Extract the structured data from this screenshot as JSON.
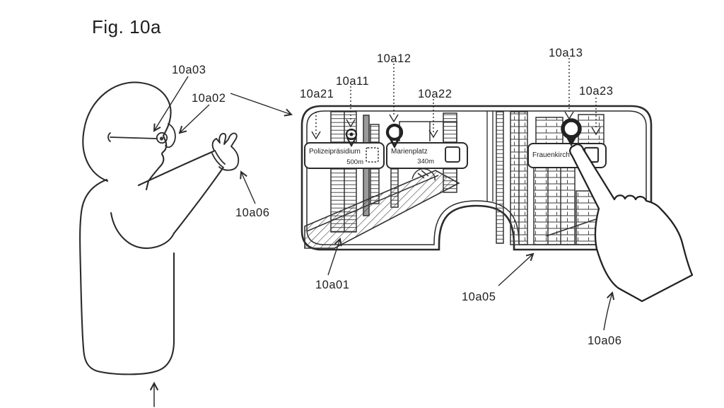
{
  "figure_title": "Fig. 10a",
  "refs": {
    "a01": "10a01",
    "a02": "10a02",
    "a03": "10a03",
    "a05": "10a05",
    "a06_gesture_hand": "10a06",
    "a06_touch_hand": "10a06",
    "a11": "10a11",
    "a12": "10a12",
    "a13": "10a13",
    "a21": "10a21",
    "a22": "10a22",
    "a23": "10a23"
  },
  "hud": {
    "poi1": {
      "name": "Polizeipräsidium",
      "distance": "500m"
    },
    "poi2": {
      "name": "Marienplatz",
      "distance": "340m"
    },
    "poi3": {
      "name": "Frauenkirch"
    }
  },
  "colors": {
    "ink": "#2b2b2b",
    "hatch": "#4a4a4a",
    "background": "#ffffff"
  }
}
